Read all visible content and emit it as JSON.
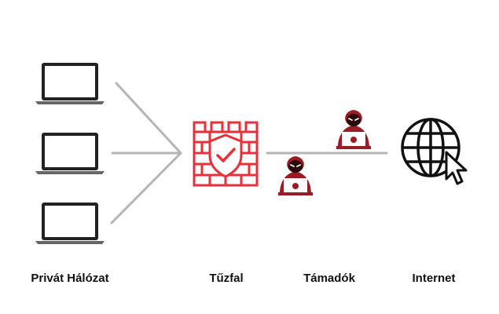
{
  "labels": {
    "private_network": "Privát Hálózat",
    "firewall": "Tűzfal",
    "attackers": "Támadók",
    "internet": "Internet"
  },
  "icons": {
    "laptops": [
      "laptop-icon",
      "laptop-icon",
      "laptop-icon"
    ],
    "firewall": "firewall-shield-icon",
    "attackers": [
      "hacker-icon",
      "hacker-icon"
    ],
    "internet": "globe-cursor-icon"
  },
  "colors": {
    "firewall": "#e8303a",
    "attacker": "#9a1c24",
    "connector": "#b5b5b5",
    "laptop": "#222222",
    "text": "#111111"
  }
}
